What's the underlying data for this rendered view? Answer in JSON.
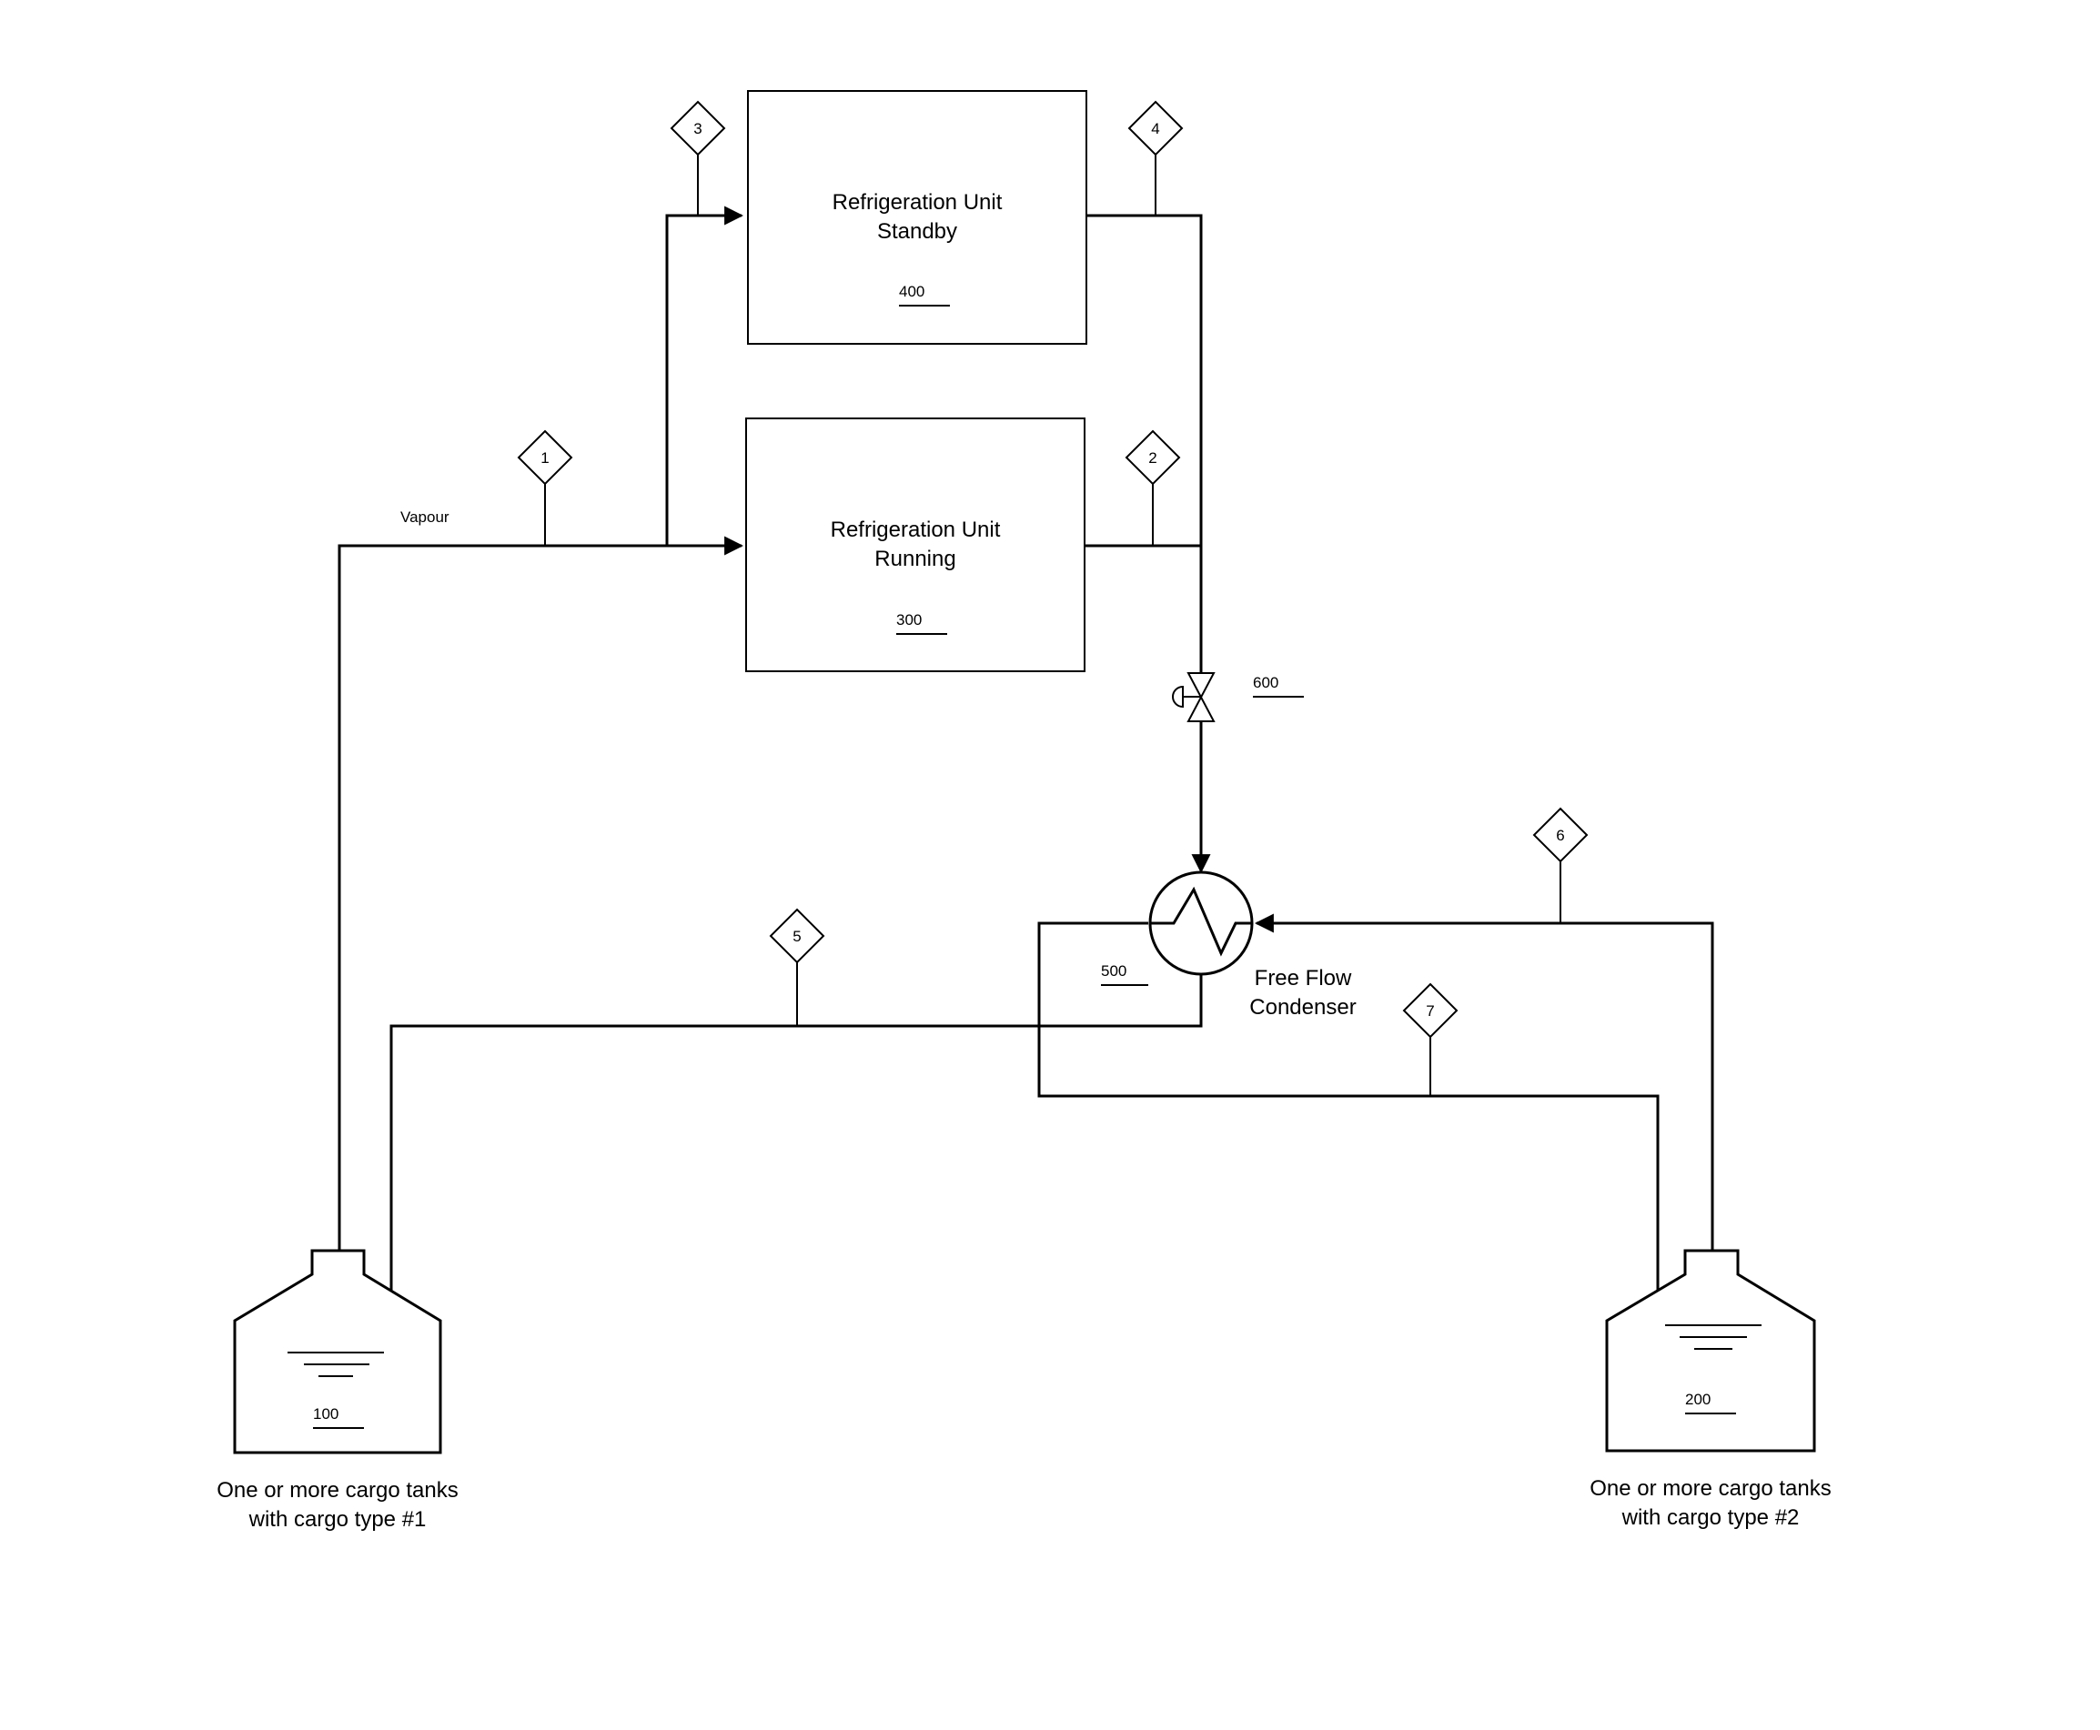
{
  "units": {
    "standby": {
      "name_lines": [
        "Refrigeration Unit",
        "Standby"
      ],
      "ref": "400"
    },
    "running": {
      "name_lines": [
        "Refrigeration Unit",
        "Running"
      ],
      "ref": "300"
    }
  },
  "valve": {
    "ref": "600"
  },
  "condenser": {
    "name_lines": [
      "Free Flow",
      "Condenser"
    ],
    "ref": "500"
  },
  "tank1": {
    "ref": "100",
    "caption_lines": [
      "One or more cargo tanks",
      "with cargo type #1"
    ]
  },
  "tank2": {
    "ref": "200",
    "caption_lines": [
      "One or more cargo tanks",
      "with cargo type #2"
    ]
  },
  "stream_label": "Vapour",
  "stream_markers": [
    "1",
    "2",
    "3",
    "4",
    "5",
    "6",
    "7"
  ]
}
